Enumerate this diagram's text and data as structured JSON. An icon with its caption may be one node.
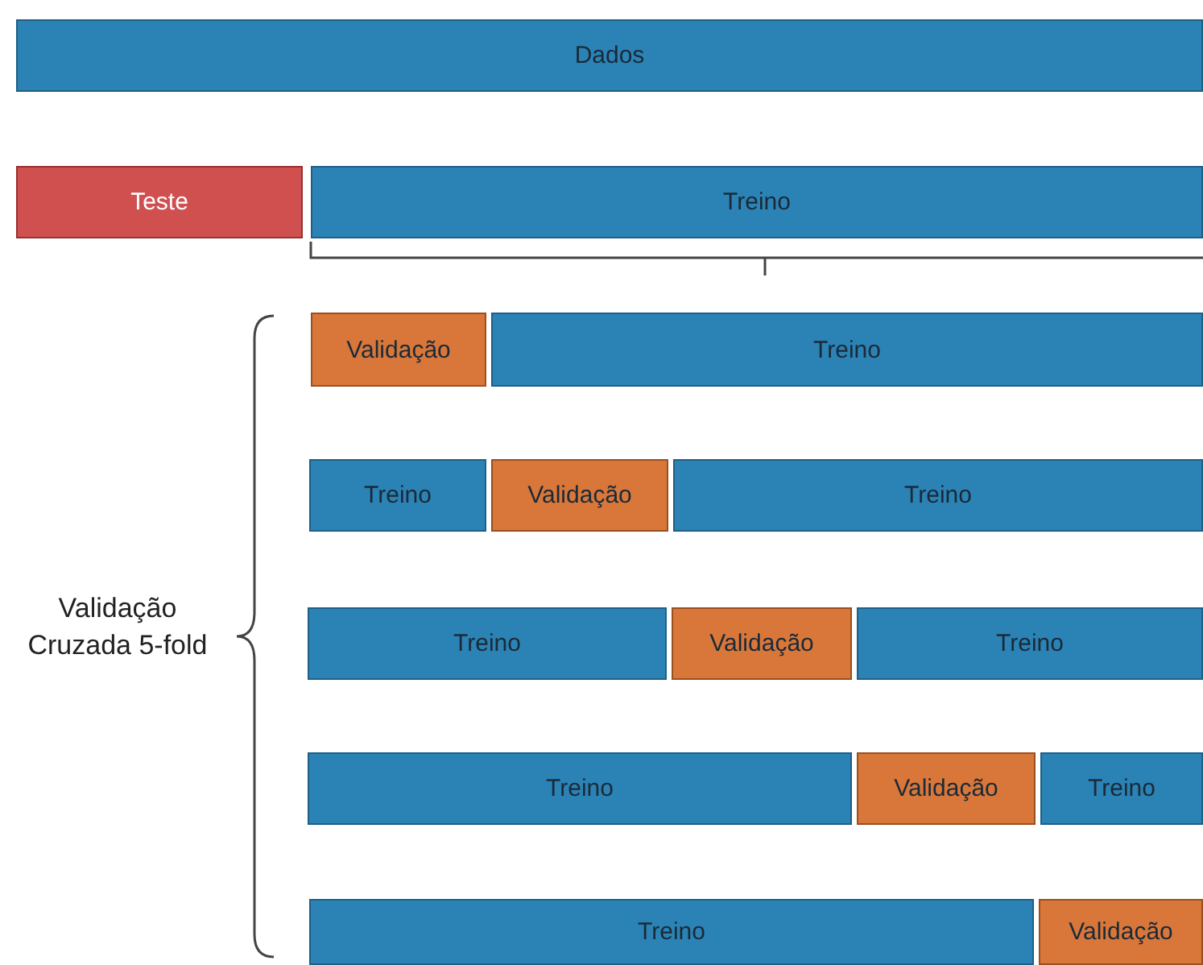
{
  "diagram": {
    "nodes": [
      {
        "text": [
          "Dados"
        ]
      },
      {
        "text": [
          "Teste"
        ]
      },
      {
        "text": [
          "Treino"
        ]
      },
      {
        "text": [
          "Validação"
        ]
      },
      {
        "text": [
          "Treino"
        ]
      },
      {
        "text": [
          "Treino"
        ]
      },
      {
        "text": [
          "Validação"
        ]
      },
      {
        "text": [
          "Treino"
        ]
      },
      {
        "text": [
          "Treino"
        ]
      },
      {
        "text": [
          "Validação"
        ]
      },
      {
        "text": [
          "Treino"
        ]
      },
      {
        "text": [
          "Treino"
        ]
      },
      {
        "text": [
          "Validação"
        ]
      },
      {
        "text": [
          "Treino"
        ]
      },
      {
        "text": [
          "Treino"
        ]
      },
      {
        "text": [
          "Validação"
        ]
      }
    ],
    "labels": [
      "Validação Cruzada 5-fold"
    ]
  }
}
